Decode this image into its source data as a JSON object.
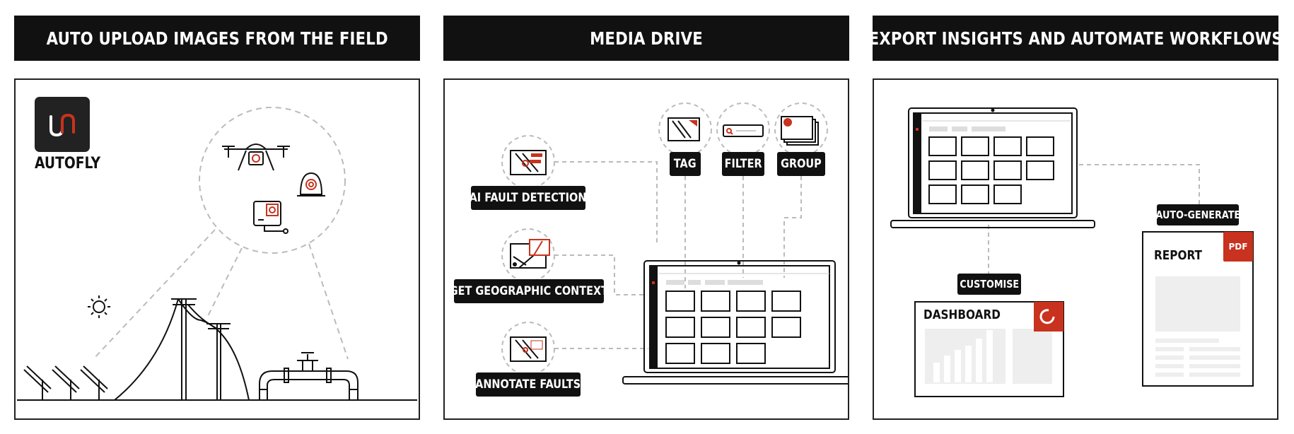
{
  "headers": {
    "upload": "AUTO UPLOAD IMAGES FROM THE FIELD",
    "media": "MEDIA DRIVE",
    "export": "EXPORT INSIGHTS AND AUTOMATE WORKFLOWS"
  },
  "upload_panel": {
    "brand_name": "AUTOFLY"
  },
  "media_panel": {
    "features": {
      "ai_fault_detection": "AI FAULT DETECTION",
      "geographic_context": "GET GEOGRAPHIC CONTEXT",
      "annotate_faults": "ANNOTATE FAULTS"
    },
    "tools": {
      "tag": "TAG",
      "filter": "FILTER",
      "group": "GROUP"
    }
  },
  "export_panel": {
    "customise": "CUSTOMISE",
    "auto_generate": "AUTO-GENERATE",
    "dashboard_title": "DASHBOARD",
    "report_title": "REPORT",
    "pdf_badge": "PDF"
  },
  "colors": {
    "accent": "#c8321e",
    "ink": "#111111",
    "dashed": "#bbbbbb",
    "placeholder": "#dddddd"
  },
  "icons": [
    "drone-icon",
    "dome-camera-icon",
    "action-camera-icon",
    "sun-icon",
    "solar-panel-icon",
    "power-pylon-icon",
    "pipeline-icon",
    "laptop-icon",
    "refresh-icon",
    "pdf-icon"
  ]
}
